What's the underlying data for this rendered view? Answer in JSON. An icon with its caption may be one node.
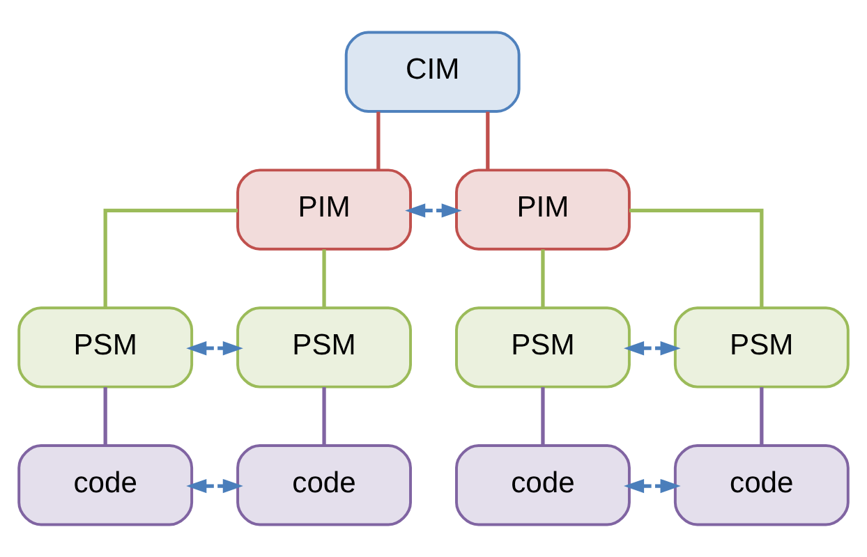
{
  "diagram": {
    "nodes": [
      {
        "text": [
          "CIM"
        ]
      },
      {
        "text": [
          "PIM"
        ]
      },
      {
        "text": [
          "PIM"
        ]
      },
      {
        "text": [
          "PSM"
        ]
      },
      {
        "text": [
          "PSM"
        ]
      },
      {
        "text": [
          "PSM"
        ]
      },
      {
        "text": [
          "PSM"
        ]
      },
      {
        "text": [
          "code"
        ]
      },
      {
        "text": [
          "code"
        ]
      },
      {
        "text": [
          "code"
        ]
      },
      {
        "text": [
          "code"
        ]
      }
    ],
    "edges": [
      {
        "from": 0,
        "to": 1,
        "arrow": "none",
        "color": "#c0504d"
      },
      {
        "from": 0,
        "to": 2,
        "arrow": "none",
        "color": "#c0504d"
      },
      {
        "from": 1,
        "to": 2,
        "arrow": "both",
        "style": "dashed",
        "color": "#4a7ebb"
      },
      {
        "from": 1,
        "to": 3,
        "arrow": "none",
        "color": "#9bbb59"
      },
      {
        "from": 1,
        "to": 4,
        "arrow": "none",
        "color": "#9bbb59"
      },
      {
        "from": 2,
        "to": 5,
        "arrow": "none",
        "color": "#9bbb59"
      },
      {
        "from": 2,
        "to": 6,
        "arrow": "none",
        "color": "#9bbb59"
      },
      {
        "from": 3,
        "to": 4,
        "arrow": "both",
        "style": "dashed",
        "color": "#4a7ebb"
      },
      {
        "from": 5,
        "to": 6,
        "arrow": "both",
        "style": "dashed",
        "color": "#4a7ebb"
      },
      {
        "from": 3,
        "to": 7,
        "arrow": "none",
        "color": "#8064a2"
      },
      {
        "from": 4,
        "to": 8,
        "arrow": "none",
        "color": "#8064a2"
      },
      {
        "from": 5,
        "to": 9,
        "arrow": "none",
        "color": "#8064a2"
      },
      {
        "from": 6,
        "to": 10,
        "arrow": "none",
        "color": "#8064a2"
      },
      {
        "from": 7,
        "to": 8,
        "arrow": "both",
        "style": "dashed",
        "color": "#4a7ebb"
      },
      {
        "from": 9,
        "to": 10,
        "arrow": "both",
        "style": "dashed",
        "color": "#4a7ebb"
      }
    ]
  }
}
